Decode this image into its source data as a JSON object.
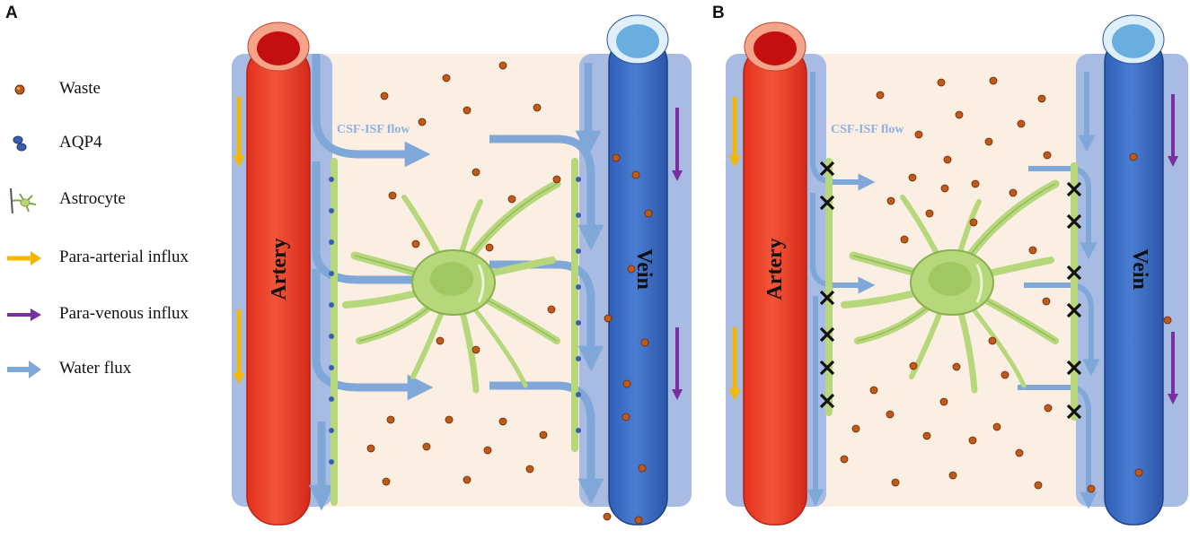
{
  "panels": [
    {
      "label": "A",
      "artery": "Artery",
      "vein": "Vein",
      "flow_label": "CSF-ISF flow"
    },
    {
      "label": "B",
      "artery": "Artery",
      "vein": "Vein",
      "flow_label": "CSF-ISF flow"
    }
  ],
  "legend": [
    {
      "label": "Waste",
      "icon": "waste-dot-icon"
    },
    {
      "label": "AQP4",
      "icon": "aqp4-channel-icon"
    },
    {
      "label": "Astrocyte",
      "icon": "astrocyte-icon"
    },
    {
      "label": "Para-arterial influx",
      "icon": "yellow-arrow-icon"
    },
    {
      "label": "Para-venous influx",
      "icon": "purple-arrow-icon"
    },
    {
      "label": "Water flux",
      "icon": "blue-arrow-icon"
    }
  ],
  "colors": {
    "artery": "#f2472b",
    "vein": "#3d6fc6",
    "perivascular": "#a8bce3",
    "interstitium": "#fbeee3",
    "waste": "#c05a1a",
    "aqp4": "#3a5fb0",
    "astrocyte": "#b6d77a",
    "para_arterial": "#f5b800",
    "para_venous": "#7a2fa0",
    "water_flux": "#7fa8d8"
  }
}
